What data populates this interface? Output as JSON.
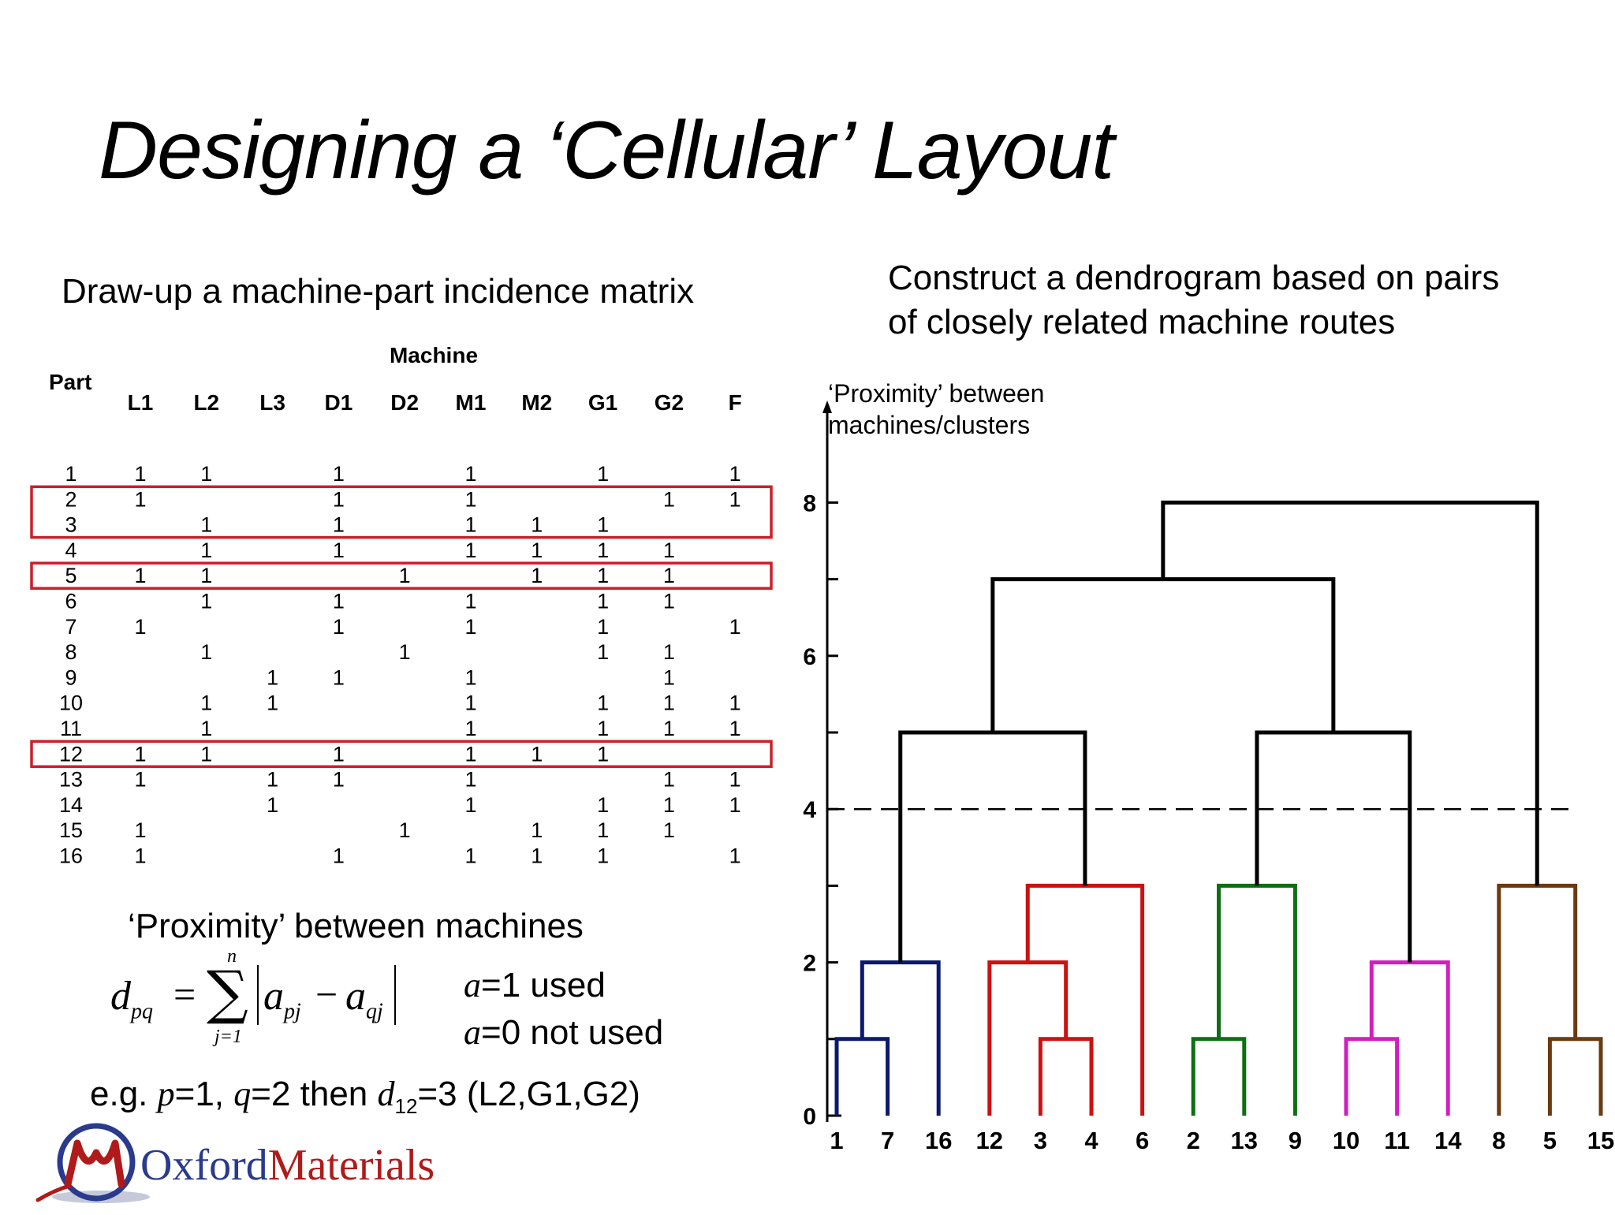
{
  "title": "Designing a ‘Cellular’ Layout",
  "left": {
    "heading": "Draw-up a machine-part incidence matrix",
    "matrix": {
      "machine_header": "Machine",
      "part_header": "Part",
      "machines": [
        "L1",
        "L2",
        "L3",
        "D1",
        "D2",
        "M1",
        "M2",
        "G1",
        "G2",
        "F"
      ],
      "rows": [
        {
          "part": "1",
          "cells": [
            "1",
            "1",
            "",
            "1",
            "",
            "1",
            "",
            "1",
            "",
            "1"
          ]
        },
        {
          "part": "2",
          "cells": [
            "1",
            "",
            "",
            "1",
            "",
            "1",
            "",
            "",
            "1",
            "1"
          ]
        },
        {
          "part": "3",
          "cells": [
            "",
            "1",
            "",
            "1",
            "",
            "1",
            "1",
            "1",
            "",
            ""
          ]
        },
        {
          "part": "4",
          "cells": [
            "",
            "1",
            "",
            "1",
            "",
            "1",
            "1",
            "1",
            "1",
            ""
          ]
        },
        {
          "part": "5",
          "cells": [
            "1",
            "1",
            "",
            "",
            "1",
            "",
            "1",
            "1",
            "1",
            ""
          ]
        },
        {
          "part": "6",
          "cells": [
            "",
            "1",
            "",
            "1",
            "",
            "1",
            "",
            "1",
            "1",
            ""
          ]
        },
        {
          "part": "7",
          "cells": [
            "1",
            "",
            "",
            "1",
            "",
            "1",
            "",
            "1",
            "",
            "1"
          ]
        },
        {
          "part": "8",
          "cells": [
            "",
            "1",
            "",
            "",
            "1",
            "",
            "",
            "1",
            "1",
            ""
          ]
        },
        {
          "part": "9",
          "cells": [
            "",
            "",
            "1",
            "1",
            "",
            "1",
            "",
            "",
            "1",
            ""
          ]
        },
        {
          "part": "10",
          "cells": [
            "",
            "1",
            "1",
            "",
            "",
            "1",
            "",
            "1",
            "1",
            "1"
          ]
        },
        {
          "part": "11",
          "cells": [
            "",
            "1",
            "",
            "",
            "",
            "1",
            "",
            "1",
            "1",
            "1"
          ]
        },
        {
          "part": "12",
          "cells": [
            "1",
            "1",
            "",
            "1",
            "",
            "1",
            "1",
            "1",
            "",
            ""
          ]
        },
        {
          "part": "13",
          "cells": [
            "1",
            "",
            "1",
            "1",
            "",
            "1",
            "",
            "",
            "1",
            "1"
          ]
        },
        {
          "part": "14",
          "cells": [
            "",
            "",
            "1",
            "",
            "",
            "1",
            "",
            "1",
            "1",
            "1"
          ]
        },
        {
          "part": "15",
          "cells": [
            "1",
            "",
            "",
            "",
            "1",
            "",
            "1",
            "1",
            "1",
            ""
          ]
        },
        {
          "part": "16",
          "cells": [
            "1",
            "",
            "",
            "1",
            "",
            "1",
            "1",
            "1",
            "",
            "1"
          ]
        }
      ],
      "highlighted_row_groups": [
        [
          "2",
          "3"
        ],
        [
          "5"
        ],
        [
          "12"
        ]
      ],
      "highlight_color": "#cc1f2a"
    },
    "proximity_heading": "‘Proximity’ between machines",
    "formula": {
      "lhs": "d",
      "lhs_sub": "pq",
      "equals": "=",
      "sigma_top": "n",
      "sigma_bottom": "j=1",
      "term_a1": "a",
      "term_a1_sub": "pj",
      "minus": "−",
      "term_a2": "a",
      "term_a2_sub": "qj"
    },
    "legend_used_var": "a",
    "legend_used": "=1 used",
    "legend_notused_var": "a",
    "legend_notused": "=0 not used",
    "example": {
      "prefix": "e.g. ",
      "p": "p",
      "p_val": "=1, ",
      "q": "q",
      "q_val": "=2 then ",
      "d": "d",
      "d_sub": "12",
      "d_val": "=3  (L2,G1,G2)"
    }
  },
  "right": {
    "heading_line1": "Construct a dendrogram based on pairs",
    "heading_line2": "of closely related machine routes",
    "y_label_line1": "‘Proximity’ between",
    "y_label_line2": "machines/clusters",
    "y_ticks": [
      "0",
      "2",
      "4",
      "6",
      "8"
    ],
    "leaf_order": [
      "1",
      "7",
      "16",
      "12",
      "3",
      "4",
      "6",
      "2",
      "13",
      "9",
      "10",
      "11",
      "14",
      "8",
      "5",
      "15"
    ],
    "cut_height": 4,
    "colors": {
      "blue": "#0b1a6e",
      "red": "#cc1111",
      "green": "#0d6e12",
      "magenta": "#d21ec0",
      "brown": "#6b3a10",
      "black": "#000000"
    }
  },
  "logo": {
    "text_part1": "Oxford",
    "text_part2": "Materials",
    "color_part1": "#2a3a8c",
    "color_part2": "#b01a1a"
  }
}
